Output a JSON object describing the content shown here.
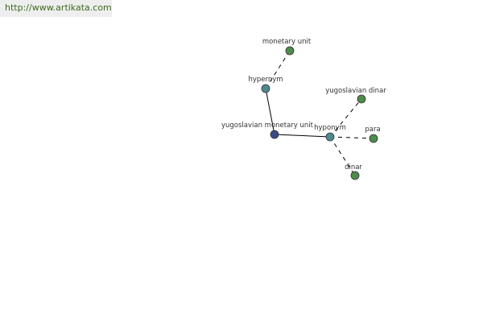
{
  "header": {
    "url": "http://www.artikata.com"
  },
  "graph": {
    "colors": {
      "center": "#3b4a86",
      "relation": "#4d8a8e",
      "leaf": "#4e8c4a",
      "edge": "#000000"
    },
    "nodes": [
      {
        "id": "center",
        "label": "yugoslavian monetary unit",
        "kind": "center"
      },
      {
        "id": "hypernym",
        "label": "hypernym",
        "kind": "relation"
      },
      {
        "id": "hyponym",
        "label": "hyponym",
        "kind": "relation"
      },
      {
        "id": "monetary-unit",
        "label": "monetary unit",
        "kind": "leaf"
      },
      {
        "id": "yugoslavian-dinar",
        "label": "yugoslavian dinar",
        "kind": "leaf"
      },
      {
        "id": "para",
        "label": "para",
        "kind": "leaf"
      },
      {
        "id": "dinar",
        "label": "dinar",
        "kind": "leaf"
      }
    ],
    "edges": [
      {
        "from": "center",
        "to": "hypernym",
        "style": "solid"
      },
      {
        "from": "center",
        "to": "hyponym",
        "style": "solid"
      },
      {
        "from": "hypernym",
        "to": "monetary-unit",
        "style": "dashed"
      },
      {
        "from": "hyponym",
        "to": "yugoslavian-dinar",
        "style": "dashed"
      },
      {
        "from": "hyponym",
        "to": "para",
        "style": "dashed"
      },
      {
        "from": "hyponym",
        "to": "dinar",
        "style": "dashed"
      }
    ]
  }
}
